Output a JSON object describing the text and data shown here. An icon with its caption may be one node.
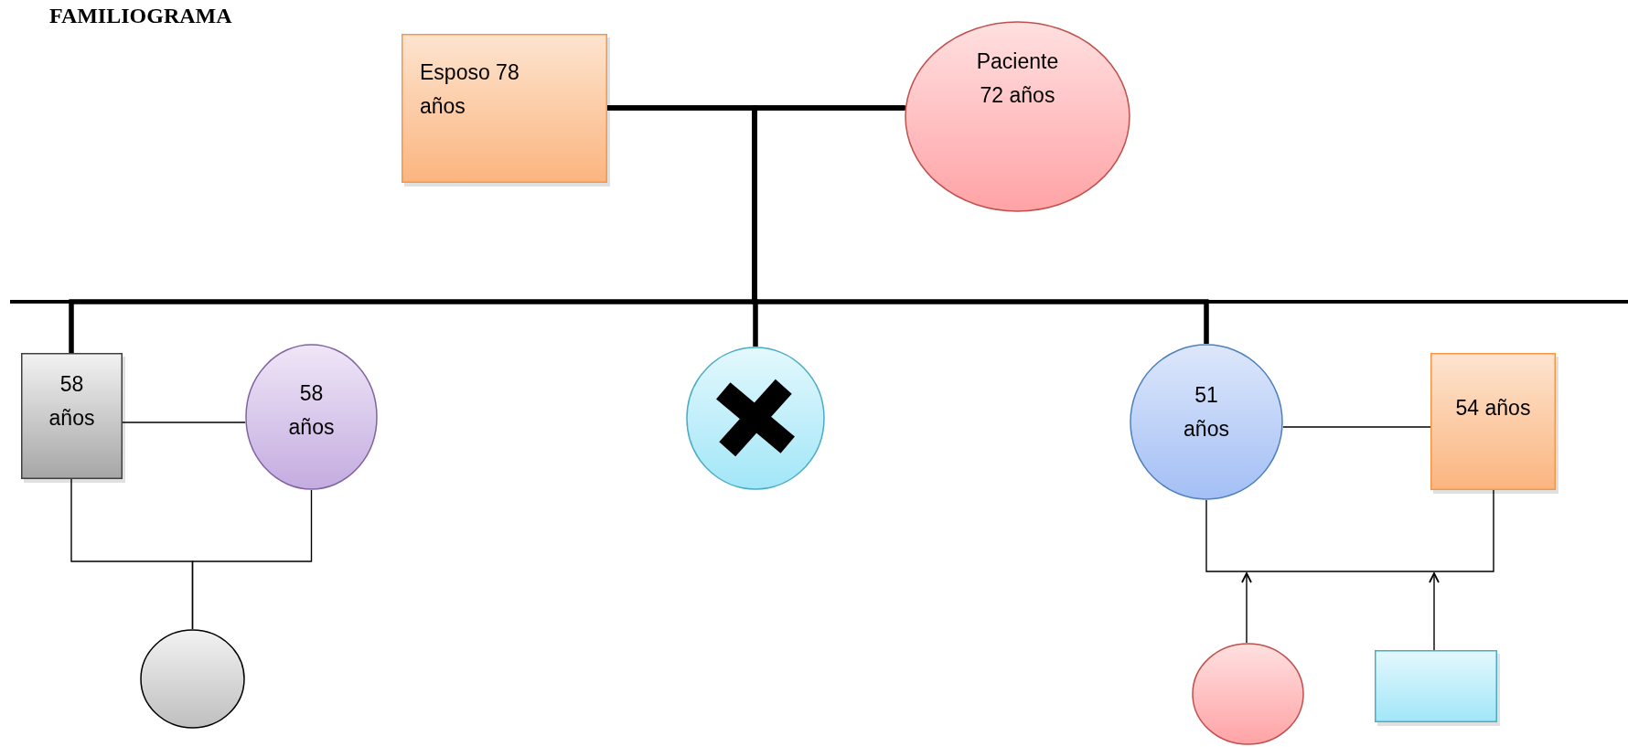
{
  "diagram": {
    "title": "FAMILIOGRAMA",
    "nodes": [
      {
        "text": [
          "Esposo 78 años"
        ]
      },
      {
        "text": [
          "Paciente 72 años"
        ]
      },
      {
        "text": [
          "58 años"
        ]
      },
      {
        "text": [
          "58 años"
        ]
      },
      {
        "text": [],
        "shape": "circle"
      },
      {
        "text": [
          "51 años"
        ]
      },
      {
        "text": [
          "54 años"
        ]
      },
      {
        "text": [],
        "shape": "circle"
      },
      {
        "text": [],
        "shape": "circle"
      },
      {
        "text": [],
        "shape": "box"
      }
    ],
    "edges": [
      {
        "from": 0,
        "to": 1,
        "arrow": "none",
        "style": "thick"
      },
      {
        "from": 0,
        "to": 2,
        "arrow": "none",
        "style": "thick"
      },
      {
        "from": 0,
        "to": 4,
        "arrow": "none",
        "style": "thick"
      },
      {
        "from": 0,
        "to": 5,
        "arrow": "none",
        "style": "thick"
      },
      {
        "from": 1,
        "to": 2,
        "arrow": "none",
        "style": "thick"
      },
      {
        "from": 1,
        "to": 4,
        "arrow": "none",
        "style": "thick"
      },
      {
        "from": 1,
        "to": 5,
        "arrow": "none",
        "style": "thick"
      },
      {
        "from": 2,
        "to": 3,
        "arrow": "none"
      },
      {
        "from": 2,
        "to": 7,
        "arrow": "none"
      },
      {
        "from": 3,
        "to": 7,
        "arrow": "none"
      },
      {
        "from": 5,
        "to": 6,
        "arrow": "none"
      },
      {
        "from": 5,
        "to": 6,
        "arrow": "none"
      },
      {
        "from": 8,
        "to": null,
        "arrow": "to"
      },
      {
        "from": 9,
        "to": null,
        "arrow": "to"
      }
    ]
  }
}
